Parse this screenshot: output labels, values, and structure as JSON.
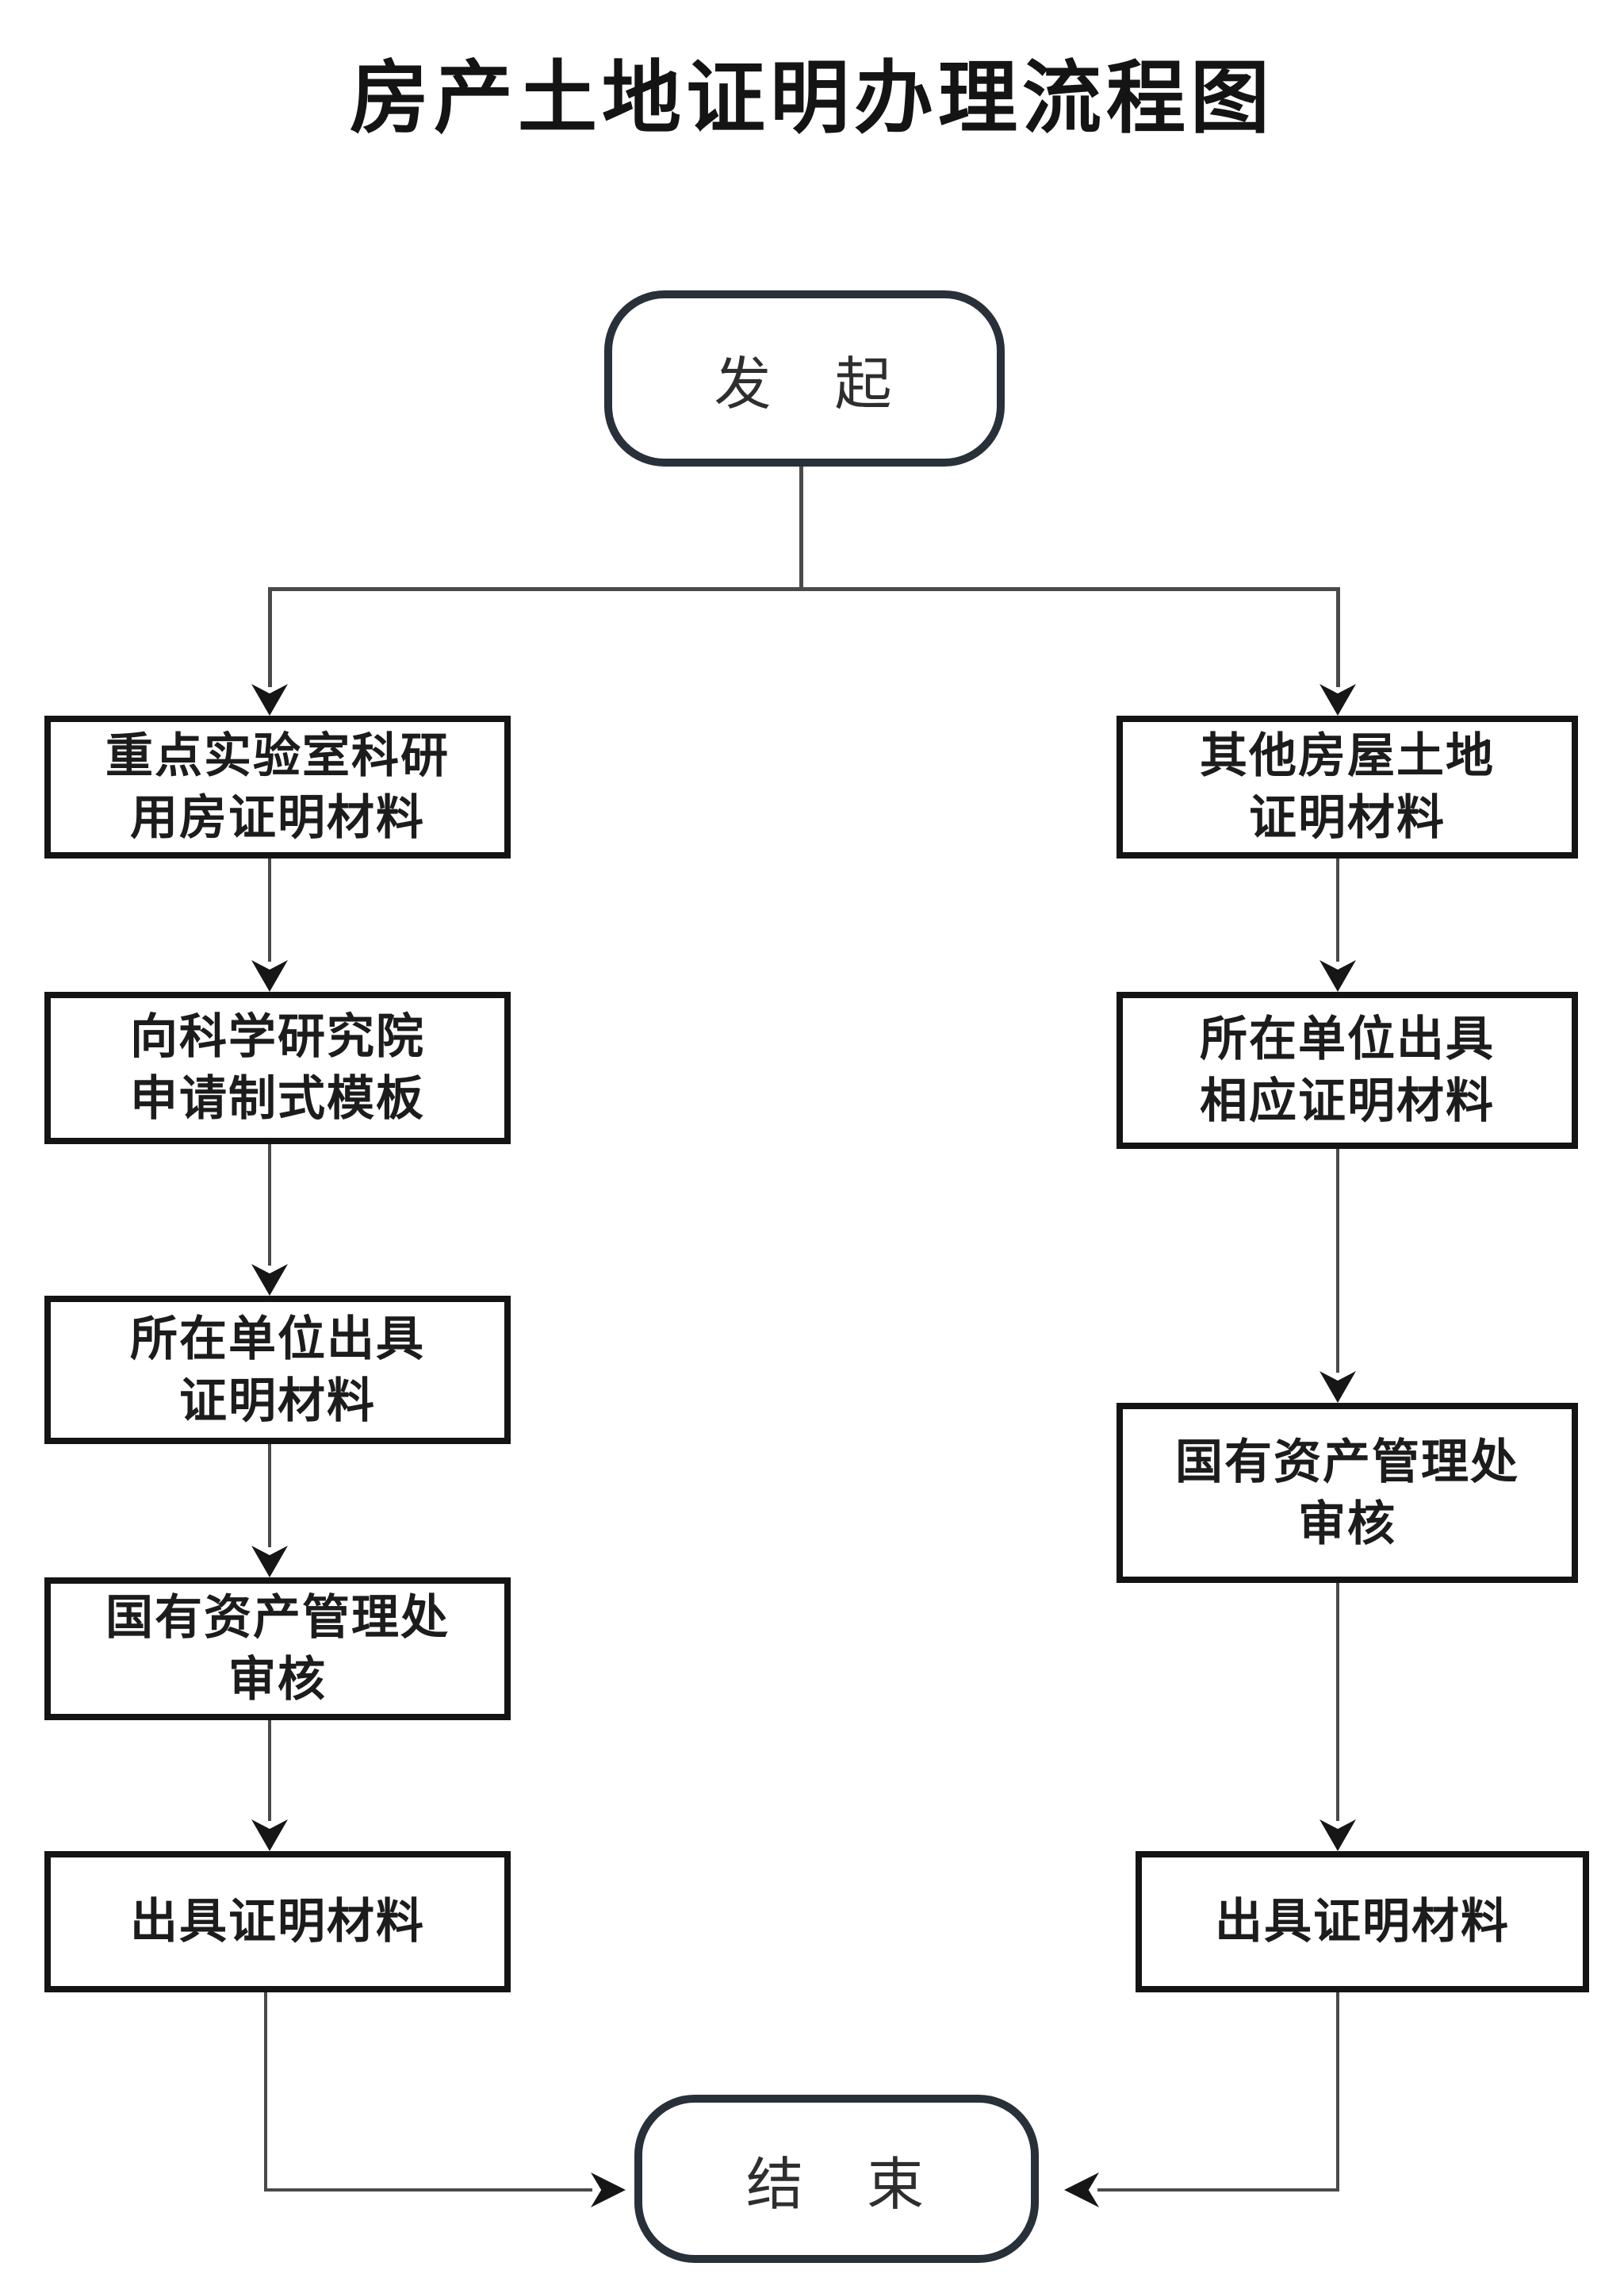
{
  "title": "房产土地证明办理流程图",
  "flow": {
    "start": "发　起",
    "end": "结　束",
    "left_branch": [
      "重点实验室科研\n用房证明材料",
      "向科学研究院\n申请制式模板",
      "所在单位出具\n证明材料",
      "国有资产管理处\n审核",
      "出具证明材料"
    ],
    "right_branch": [
      "其他房屋土地\n证明材料",
      "所在单位出具\n相应证明材料",
      "国有资产管理处\n审核",
      "出具证明材料"
    ]
  },
  "colors": {
    "background": "#ffffff",
    "box_border": "#141414",
    "terminal_border": "#28303a",
    "connector_line": "#4a4a4a",
    "arrowhead": "#161616",
    "text": "#1c1c1c"
  }
}
